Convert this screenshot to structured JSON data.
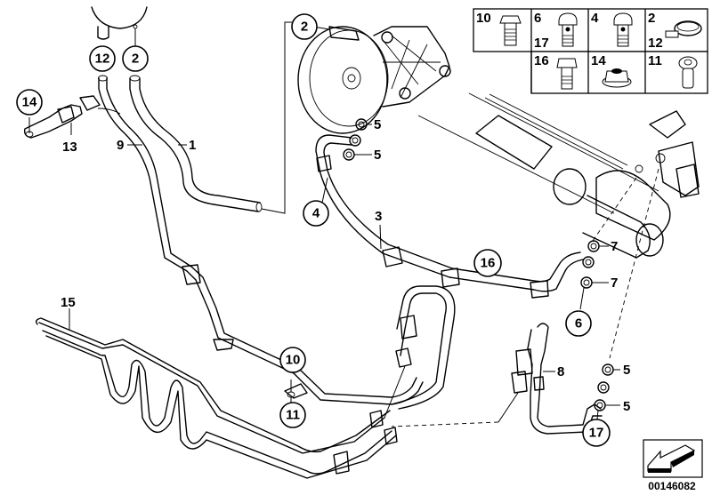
{
  "diagram": {
    "title": "Power steering hydraulic lines",
    "reference_number": "00146082",
    "callouts": {
      "circled": [
        {
          "label": "12"
        },
        {
          "label": "2"
        },
        {
          "label": "14"
        },
        {
          "label": "2"
        },
        {
          "label": "4"
        },
        {
          "label": "16"
        },
        {
          "label": "6"
        },
        {
          "label": "10"
        },
        {
          "label": "11"
        },
        {
          "label": "17"
        }
      ],
      "plain": [
        {
          "label": "13"
        },
        {
          "label": "9"
        },
        {
          "label": "1"
        },
        {
          "label": "5"
        },
        {
          "label": "5"
        },
        {
          "label": "3"
        },
        {
          "label": "7"
        },
        {
          "label": "7"
        },
        {
          "label": "15"
        },
        {
          "label": "8"
        },
        {
          "label": "5"
        },
        {
          "label": "5"
        }
      ]
    },
    "hardware_table": [
      {
        "labels": [
          "10"
        ],
        "part": "hex-bolt"
      },
      {
        "labels": [
          "6",
          "17"
        ],
        "part": "banjo-bolt"
      },
      {
        "labels": [
          "4"
        ],
        "part": "banjo-bolt"
      },
      {
        "labels": [
          "2",
          "12"
        ],
        "part": "hose-clamp"
      },
      {
        "labels": [
          "16"
        ],
        "part": "hex-bolt"
      },
      {
        "labels": [
          "14"
        ],
        "part": "flange-nut"
      },
      {
        "labels": [
          "11"
        ],
        "part": "rivet-nut"
      }
    ],
    "icons": {
      "arrow": "direction-arrow-icon"
    }
  }
}
